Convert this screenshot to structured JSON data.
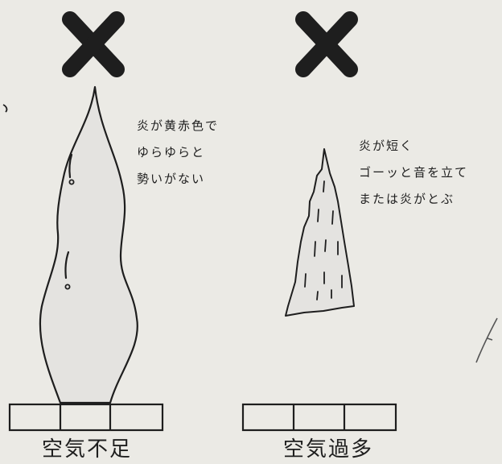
{
  "panels": {
    "left": {
      "mark": "x-mark-icon",
      "notes": [
        "炎が黄赤色で",
        "ゆらゆらと",
        "勢いがない"
      ],
      "caption": "空気不足"
    },
    "right": {
      "mark": "x-mark-icon",
      "notes": [
        "炎が短く",
        "ゴーッと音を立て",
        "または炎がとぶ"
      ],
      "caption": "空気過多"
    }
  },
  "colors": {
    "background": "#ebeae5",
    "ink": "#1e1e1e",
    "flame_fill": "#e4e3e0"
  }
}
